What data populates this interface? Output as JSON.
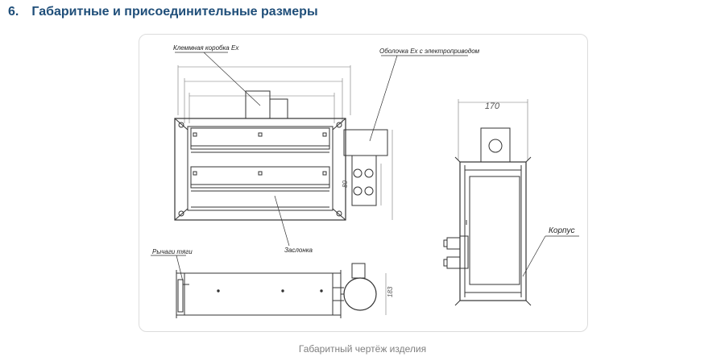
{
  "header": {
    "number": "6.",
    "title": "Габаритные и присоединительные размеры"
  },
  "drawing": {
    "labels": {
      "terminal_box": "Клеммная коробка Ex",
      "enclosure": "Оболочка Ex с электроприводом",
      "damper": "Заслонка",
      "levers": "Рычаги тяги",
      "housing": "Корпус"
    },
    "dimensions": {
      "side_width": "170",
      "vertical_offset": "80",
      "bottom_height": "183"
    }
  },
  "caption": "Габаритный чертёж изделия"
}
